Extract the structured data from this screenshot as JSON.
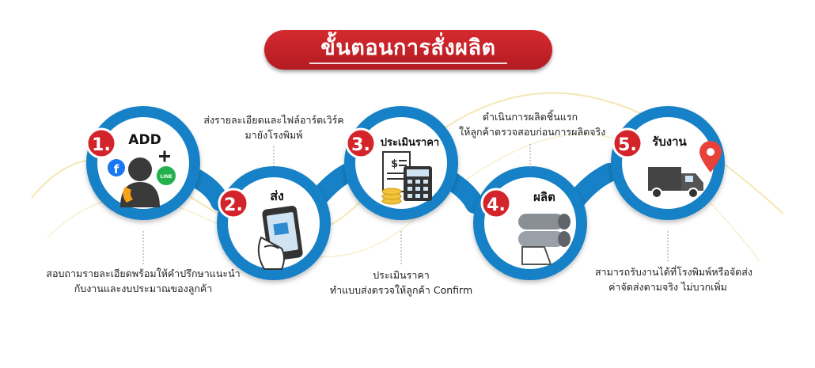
{
  "title": "ขั้นตอนการสั่งผลิต",
  "steps": [
    {
      "number": "1.",
      "label": "ADD",
      "icon": "contact-person-icon",
      "desc": [
        "สอบถามรายละเอียดพร้อมให้คำปรึกษาแนะนำ",
        "กับงานและงบประมาณของลูกค้า"
      ]
    },
    {
      "number": "2.",
      "label": "ส่ง",
      "icon": "phone-in-hand-icon",
      "desc": [
        "ส่งรายละเอียดและไฟล์อาร์ตเวิร์ค",
        "มายังโรงพิมพ์"
      ]
    },
    {
      "number": "3.",
      "label": "ประเมินราคา",
      "icon": "calculator-receipt-icon",
      "desc": [
        "ประเมินราคา",
        "ทำแบบส่งตรวจให้ลูกค้า Confirm"
      ]
    },
    {
      "number": "4.",
      "label": "ผลิต",
      "icon": "paper-rolls-icon",
      "desc": [
        "ดำเนินการผลิตชิ้นแรก",
        "ให้ลูกค้าตรวจสอบก่อนการผลิตจริง"
      ]
    },
    {
      "number": "5.",
      "label": "รับงาน",
      "icon": "delivery-truck-icon",
      "desc": [
        "สามารถรับงานได้ที่โรงพิมพ์หรือจัดส่ง",
        "ค่าจัดส่งตามจริง ไม่บวกเพิ่ม"
      ]
    }
  ],
  "colors": {
    "ring": "#1681c6",
    "badge": "#d4242b",
    "title_bg": "#c42128",
    "line": "#f1e3a6"
  }
}
